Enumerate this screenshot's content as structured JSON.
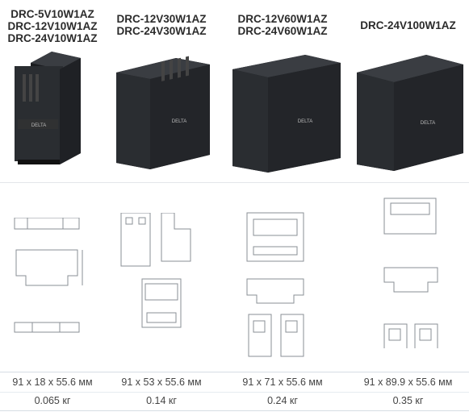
{
  "columns": [
    {
      "models": [
        "DRC-5V10W1AZ",
        "DRC-12V10W1AZ",
        "DRC-24V10W1AZ"
      ],
      "dimensions": "91 x 18 x 55.6 мм",
      "weight": "0.065 кг"
    },
    {
      "models": [
        "DRC-12V30W1AZ",
        "DRC-24V30W1AZ"
      ],
      "dimensions": "91 x 53 x 55.6 мм",
      "weight": "0.14 кг"
    },
    {
      "models": [
        "DRC-12V60W1AZ",
        "DRC-24V60W1AZ"
      ],
      "dimensions": "91 x 71 x 55.6 мм",
      "weight": "0.24 кг"
    },
    {
      "models": [
        "DRC-24V100W1AZ"
      ],
      "dimensions": "91 x 89.9 x 55.6 мм",
      "weight": "0.35 кг"
    }
  ],
  "colors": {
    "device_body": "#2a2d31",
    "device_dark": "#1b1d20",
    "drawing_line": "#8a8f95",
    "separator": "#d6dde4"
  }
}
